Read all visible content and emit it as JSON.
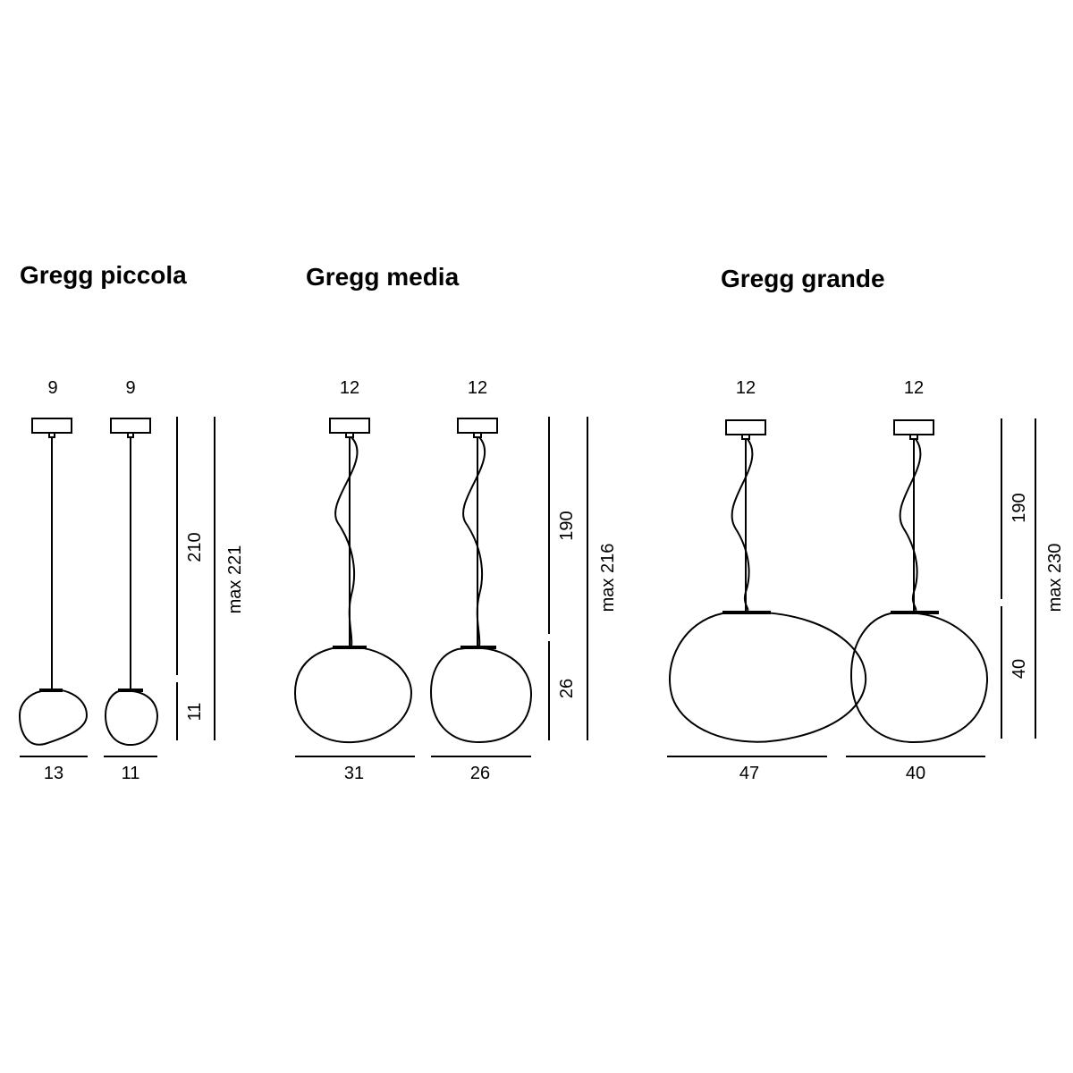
{
  "models": [
    {
      "title": "Gregg piccola",
      "top_widths": [
        "9",
        "9"
      ],
      "bottom_widths": [
        "13",
        "11"
      ],
      "vertical_dims": [
        "210",
        "11"
      ],
      "max_height": "max 221"
    },
    {
      "title": "Gregg media",
      "top_widths": [
        "12",
        "12"
      ],
      "bottom_widths": [
        "31",
        "26"
      ],
      "vertical_dims": [
        "190",
        "26"
      ],
      "max_height": "max 216"
    },
    {
      "title": "Gregg grande",
      "top_widths": [
        "12",
        "12"
      ],
      "bottom_widths": [
        "47",
        "40"
      ],
      "vertical_dims": [
        "190",
        "40"
      ],
      "max_height": "max 230"
    }
  ],
  "colors": {
    "line": "#000000",
    "background": "#ffffff"
  }
}
